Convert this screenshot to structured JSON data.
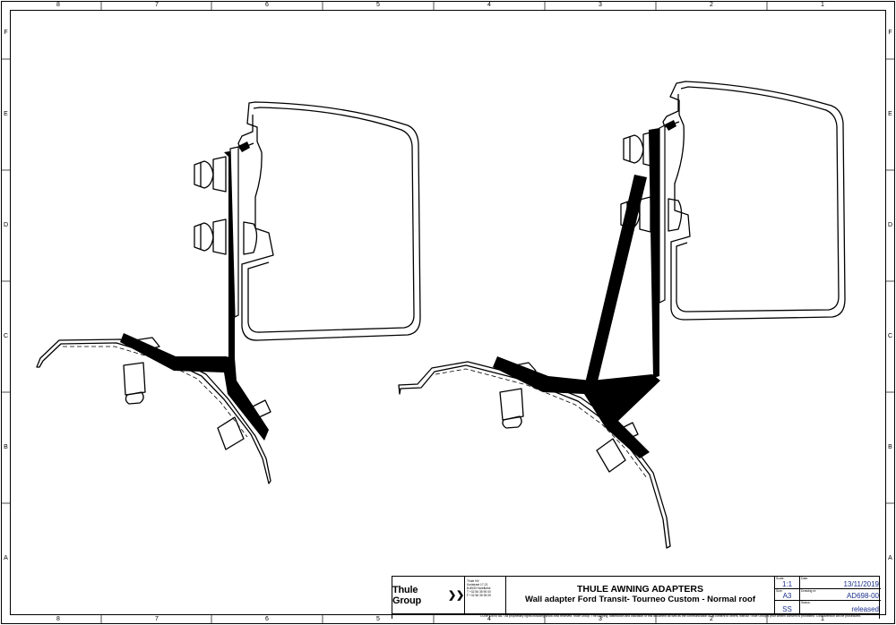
{
  "sheet": {
    "zone_columns": [
      "8",
      "7",
      "6",
      "5",
      "4",
      "3",
      "2",
      "1"
    ],
    "zone_rows": [
      "F",
      "E",
      "D",
      "C",
      "B",
      "A"
    ]
  },
  "title_block": {
    "logo_text": "Thule Group",
    "logo_mark": "❯❯",
    "address_lines": [
      "Thule NV",
      "Koristraat 17-21",
      "B-8530 Harelbeke",
      "T +32 56 35 95 00",
      "F +32 56 35 95 09"
    ],
    "title": "THULE AWNING ADAPTERS",
    "subtitle": "Wall adapter Ford Transit- Tourneo Custom - Normal roof",
    "scale_label": "Scale:",
    "scale": "1:1",
    "date_label": "Date:",
    "date": "13/11/2019",
    "format_label": "Size:",
    "format": "A3",
    "drawing_label": "Drawing nr:",
    "drawing_number": "AD698-00",
    "author": "SS",
    "status_label": "Status:",
    "status": "released",
    "confidential": "CONFIDENTIAL : All proprietary rights including know-how reserved Thule Group. The copying, distribution and utilization of this document as well as the communication of its content to others, without Thule Group's prior written consent is prohibited. Contravention will be prosecuted."
  }
}
